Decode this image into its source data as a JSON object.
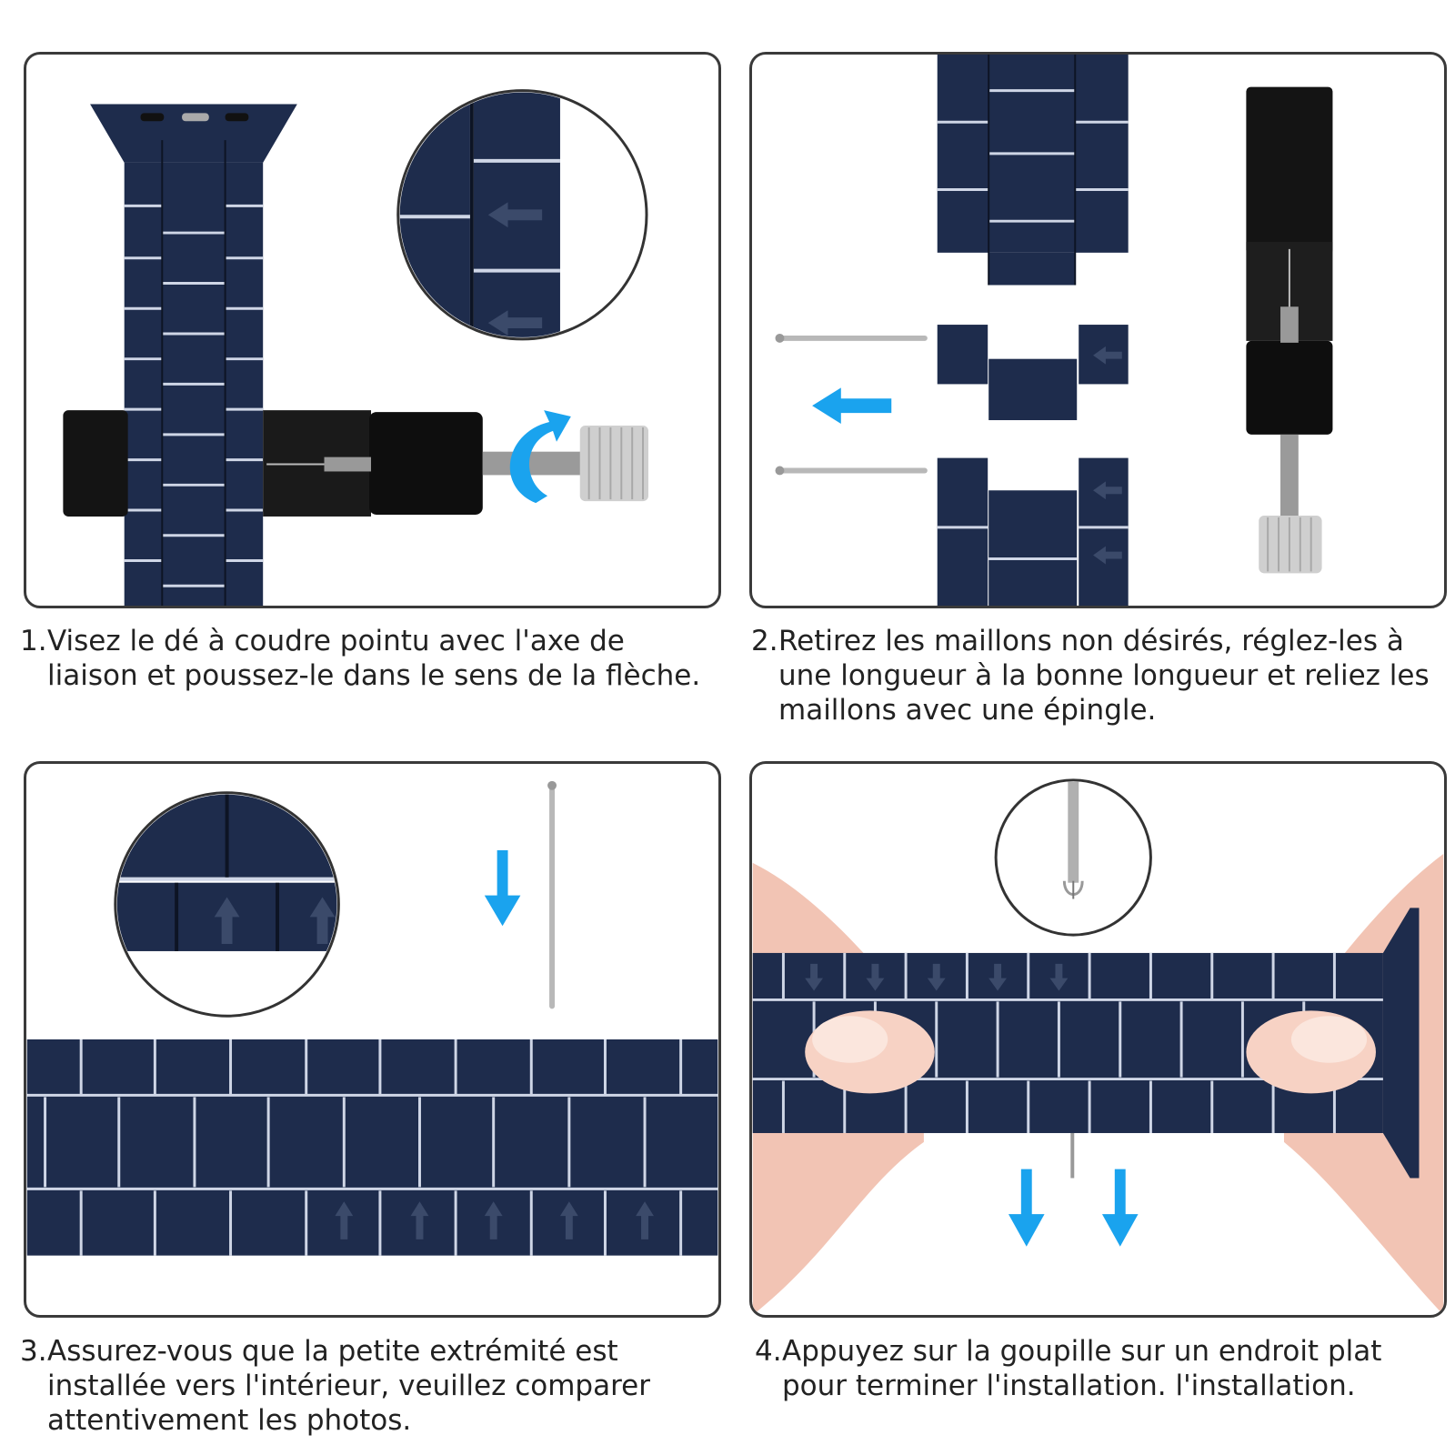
{
  "steps": [
    {
      "number": "1.",
      "text": "Visez le dé à coudre pointu avec l'axe de liaison et poussez-le dans le sens de la flèche."
    },
    {
      "number": "2.",
      "text": "Retirez les maillons non désirés, réglez-les à une longueur à la bonne longueur et reliez les maillons avec une épingle."
    },
    {
      "number": "3.",
      "text": "Assurez-vous que la petite extrémité est installée vers l'intérieur, veuillez comparer attentivement les photos."
    },
    {
      "number": "4.",
      "text": "Appuyez sur la goupille sur un endroit plat pour terminer l'installation. l'installation."
    }
  ],
  "colors": {
    "band": "#1e2c4c",
    "band_edge": "#0d1424",
    "arrow": "#1aa3ee",
    "tool": "#141414",
    "pin": "#b8b8b8",
    "skin": "#f2c4b4"
  }
}
